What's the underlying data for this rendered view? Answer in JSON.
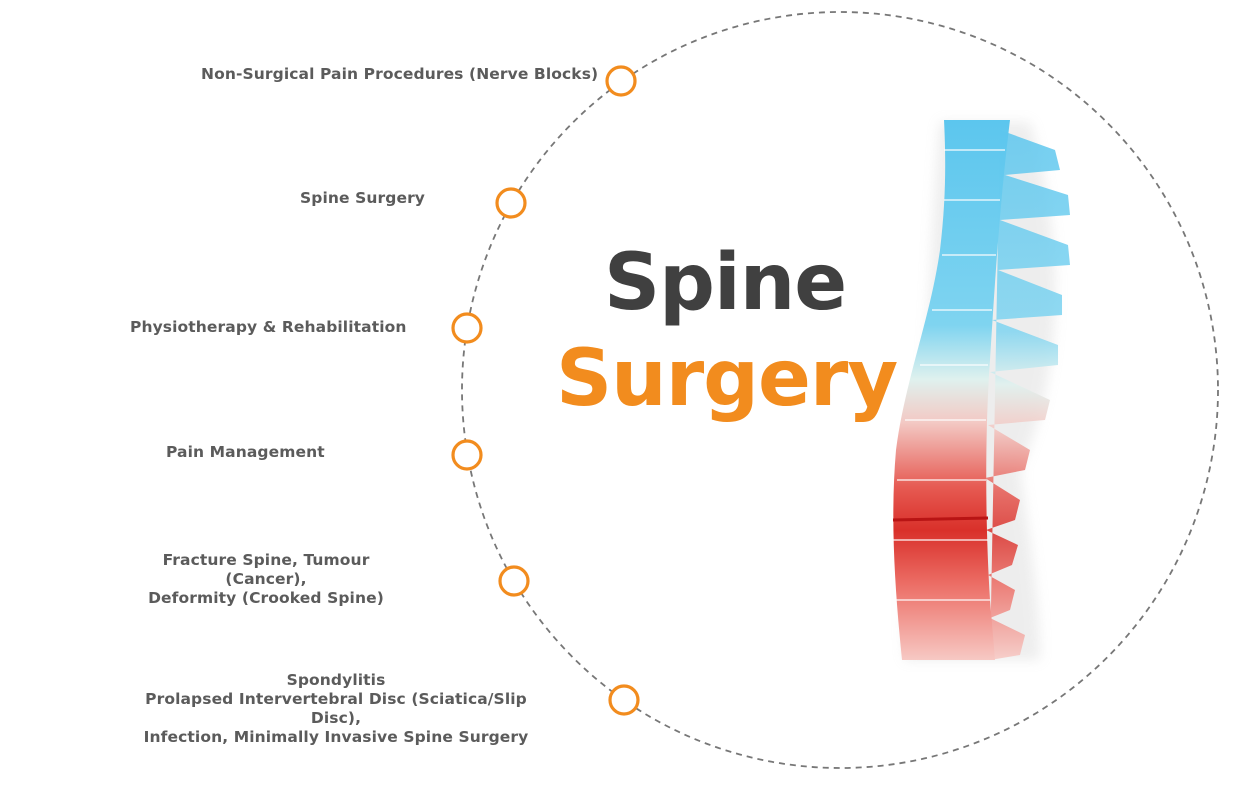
{
  "colors": {
    "accent": "#f28c1e",
    "title_dark": "#404040",
    "label_text": "#5b5b5b",
    "circle_dash": "#777777"
  },
  "title": {
    "line1": "Spine",
    "line2": "Surgery"
  },
  "services": [
    {
      "label": "Non-Surgical Pain Procedures (Nerve Blocks)"
    },
    {
      "label": "Spine Surgery"
    },
    {
      "label": "Physiotherapy & Rehabilitation"
    },
    {
      "label": "Pain Management"
    },
    {
      "label": "Fracture Spine, Tumour (Cancer),\nDeformity (Crooked Spine)"
    },
    {
      "label": "Spondylitis\nProlapsed Intervertebral Disc (Sciatica/Slip Disc),\nInfection, Minimally Invasive Spine Surgery"
    }
  ],
  "illustration": {
    "icon": "spine-illustration"
  }
}
